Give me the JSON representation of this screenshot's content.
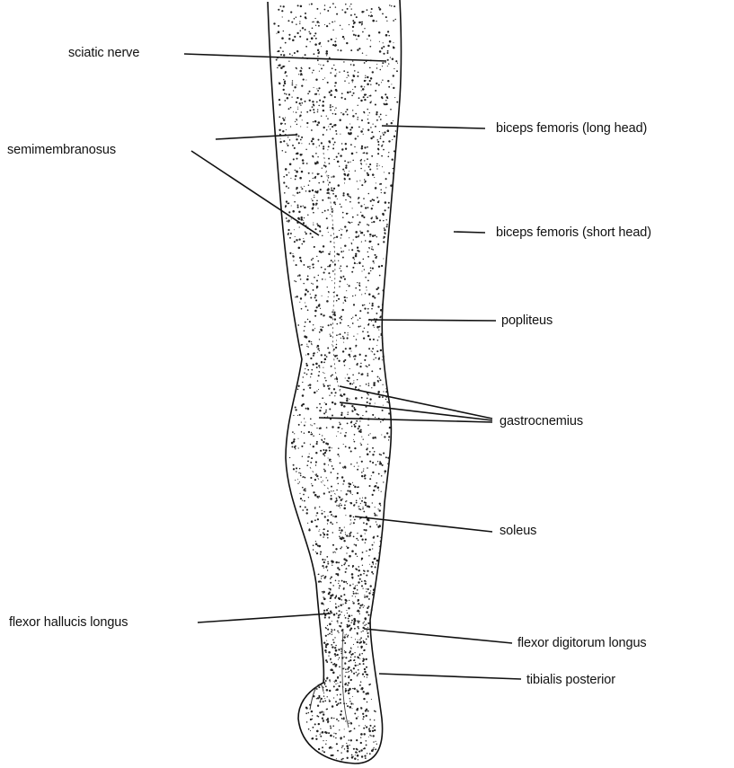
{
  "diagram": {
    "labels": {
      "sciatic_nerve": "sciatic nerve",
      "semimembranosus": "semimembranosus",
      "biceps_long": "biceps femoris (long head)",
      "biceps_short": "biceps femoris (short head)",
      "popliteus": "popliteus",
      "gastrocnemius": "gastrocnemius",
      "soleus": "soleus",
      "flexor_hallucis": "flexor hallucis longus",
      "flexor_digitorum": "flexor digitorum longus",
      "tibialis_posterior": "tibialis posterior"
    }
  },
  "colors": {
    "ink": "#111111",
    "background": "#ffffff"
  }
}
